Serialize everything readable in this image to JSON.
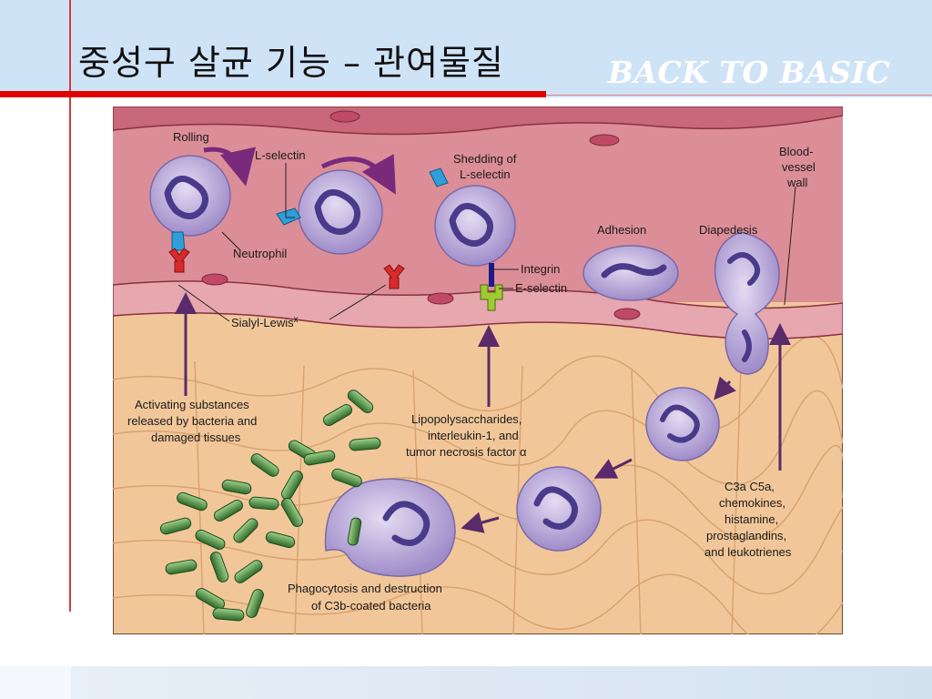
{
  "slide": {
    "title": "중성구 살균 기능 – 관여물질",
    "brand": "BACK TO BASIC"
  },
  "diagram": {
    "labels": {
      "rolling": "Rolling",
      "l_selectin": "L-selectin",
      "shedding_1": "Shedding of",
      "shedding_2": "L-selectin",
      "blood_1": "Blood-",
      "blood_2": "vessel",
      "blood_3": "wall",
      "neutrophil": "Neutrophil",
      "adhesion": "Adhesion",
      "diapedesis": "Diapedesis",
      "integrin": "Integrin",
      "e_selectin": "E-selectin",
      "sialyl_lewis": "Sialyl-Lewis",
      "sialyl_sup": "x",
      "activating_1": "Activating substances",
      "activating_2": "released by bacteria and",
      "activating_3": "damaged tissues",
      "lps_1": "Lipopolysaccharides,",
      "lps_2": "interleukin-1, and",
      "lps_3": "tumor necrosis factor α",
      "chem_1": "C3a  C5a,",
      "chem_2": "chemokines,",
      "chem_3": "histamine,",
      "chem_4": "prostaglandins,",
      "chem_5": "and leukotrienes",
      "phago_1": "Phagocytosis and destruction",
      "phago_2": "of C3b-coated bacteria"
    }
  }
}
